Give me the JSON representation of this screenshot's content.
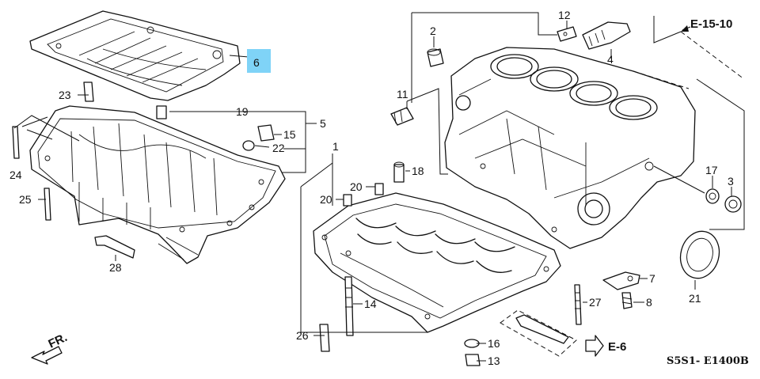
{
  "callouts": [
    {
      "id": "c1",
      "text": "1"
    },
    {
      "id": "c2",
      "text": "2"
    },
    {
      "id": "c3",
      "text": "3"
    },
    {
      "id": "c4",
      "text": "4"
    },
    {
      "id": "c5",
      "text": "5"
    },
    {
      "id": "c6",
      "text": "6",
      "highlight": true
    },
    {
      "id": "c7",
      "text": "7"
    },
    {
      "id": "c8",
      "text": "8"
    },
    {
      "id": "c11",
      "text": "11"
    },
    {
      "id": "c12",
      "text": "12"
    },
    {
      "id": "c13",
      "text": "13"
    },
    {
      "id": "c14",
      "text": "14"
    },
    {
      "id": "c15",
      "text": "15"
    },
    {
      "id": "c16",
      "text": "16"
    },
    {
      "id": "c17",
      "text": "17"
    },
    {
      "id": "c18",
      "text": "18"
    },
    {
      "id": "c19",
      "text": "19"
    },
    {
      "id": "c20a",
      "text": "20"
    },
    {
      "id": "c20b",
      "text": "20"
    },
    {
      "id": "c21",
      "text": "21"
    },
    {
      "id": "c22",
      "text": "22"
    },
    {
      "id": "c23",
      "text": "23"
    },
    {
      "id": "c24",
      "text": "24"
    },
    {
      "id": "c25",
      "text": "25"
    },
    {
      "id": "c26",
      "text": "26"
    },
    {
      "id": "c27",
      "text": "27"
    },
    {
      "id": "c28",
      "text": "28"
    }
  ],
  "references": {
    "top_right": "E-15-10",
    "bottom_right": "E-6"
  },
  "direction_label": "FR.",
  "drawing_code": "S5S1- E1400B",
  "colors": {
    "highlight": "#7fd3f7",
    "ink": "#111111"
  }
}
